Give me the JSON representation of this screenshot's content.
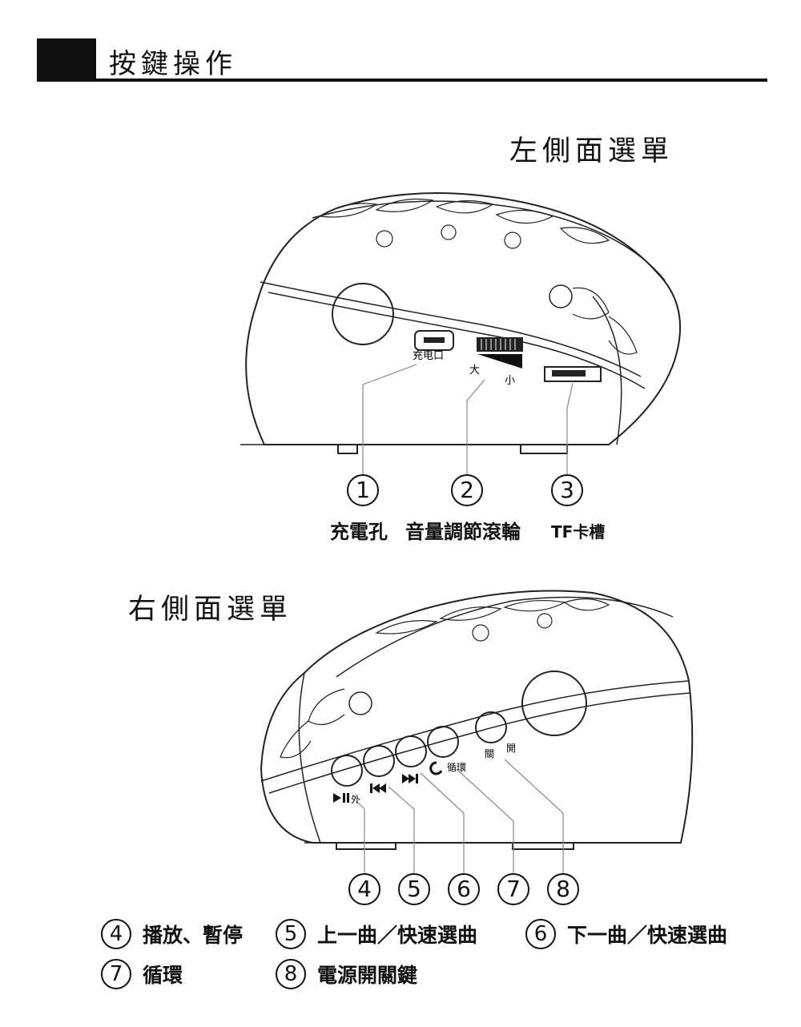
{
  "header": {
    "title": "按鍵操作"
  },
  "left_view": {
    "title": "左側面選單",
    "device_labels": {
      "charge_port": "充电口",
      "big": "大",
      "small": "小"
    },
    "callouts": [
      {
        "num": "1",
        "label": "充電孔"
      },
      {
        "num": "2",
        "label": "音量調節滾輪"
      },
      {
        "num": "3",
        "label": "TF卡槽"
      }
    ]
  },
  "right_view": {
    "title": "右側面選單",
    "device_labels": {
      "external": "外",
      "loop": "循環",
      "close": "關",
      "open": "開"
    },
    "callouts": [
      "4",
      "5",
      "6",
      "7",
      "8"
    ]
  },
  "legend": [
    {
      "num": "4",
      "text": "播放、暫停"
    },
    {
      "num": "5",
      "text": "上一曲／快速選曲"
    },
    {
      "num": "6",
      "text": "下一曲／快速選曲"
    },
    {
      "num": "7",
      "text": "循環"
    },
    {
      "num": "8",
      "text": "電源開關鍵"
    }
  ]
}
